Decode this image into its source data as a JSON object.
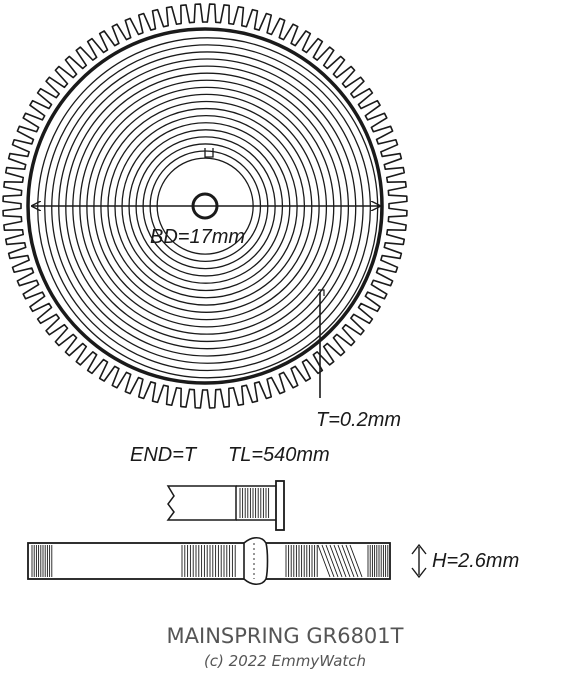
{
  "labels": {
    "bd": "BD=17mm",
    "t": "T=0.2mm",
    "end": "END=T",
    "tl": "TL=540mm",
    "h": "H=2.6mm"
  },
  "title": "MAINSPRING GR6801T",
  "copyright": "(c) 2022 EmmyWatch",
  "colors": {
    "ink": "#1a1a1a",
    "title": "#555555"
  }
}
